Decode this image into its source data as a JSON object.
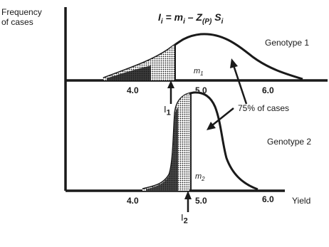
{
  "y_axis_label_line1": "Frequency",
  "y_axis_label_line2": "of cases",
  "formula": {
    "i": "I",
    "i_sub": "i",
    "rest": " = m",
    "m_sub": "i",
    "minus": " – Z",
    "z_sub": "(P)",
    "s": " S",
    "s_sub": "i"
  },
  "genotype1": "Genotype 1",
  "genotype2": "Genotype 2",
  "m1": {
    "base": "m",
    "sub": "1"
  },
  "m2": {
    "base": "m",
    "sub": "2"
  },
  "i1": {
    "base": "I",
    "sub": "1"
  },
  "i2": {
    "base": "I",
    "sub": "2"
  },
  "percent_label": "75% of cases",
  "x_axis_label": "Yield",
  "ticks_top": [
    "4.0",
    "5.0",
    "6.0"
  ],
  "ticks_bottom": [
    "4.0",
    "5.0",
    "6.0"
  ],
  "colors": {
    "ink": "#1a1a1a",
    "background": "#ffffff"
  }
}
